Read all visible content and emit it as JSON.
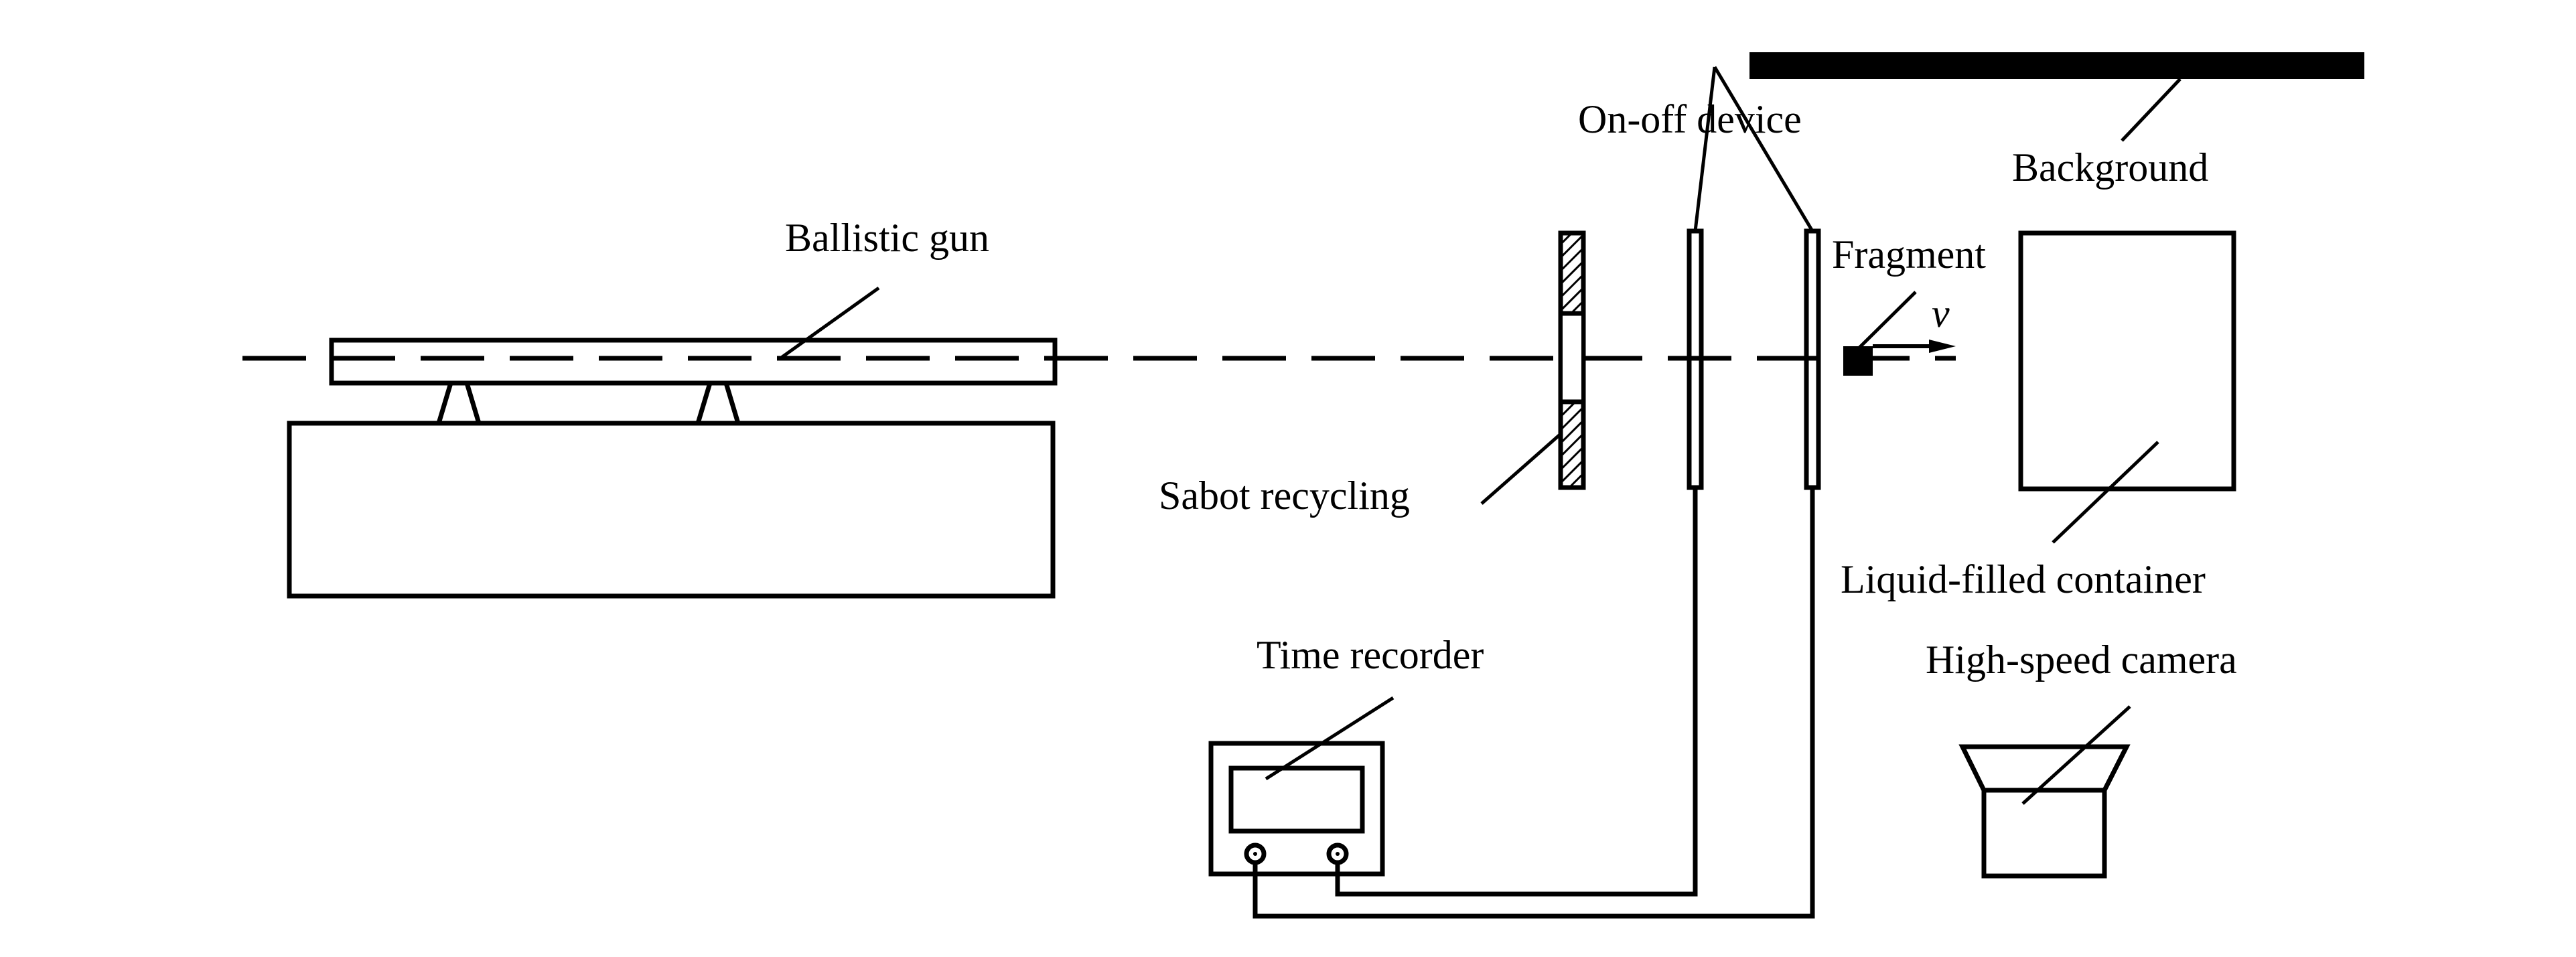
{
  "labels": {
    "ballistic_gun": "Ballistic gun",
    "sabot_recycling": "Sabot recycling",
    "on_off_device": "On-off device",
    "background": "Background",
    "fragment": "Fragment",
    "velocity": "v",
    "liquid_container": "Liquid-filled container",
    "time_recorder": "Time recorder",
    "high_speed_camera": "High-speed camera"
  },
  "colors": {
    "line": "#000000",
    "background": "#ffffff"
  }
}
